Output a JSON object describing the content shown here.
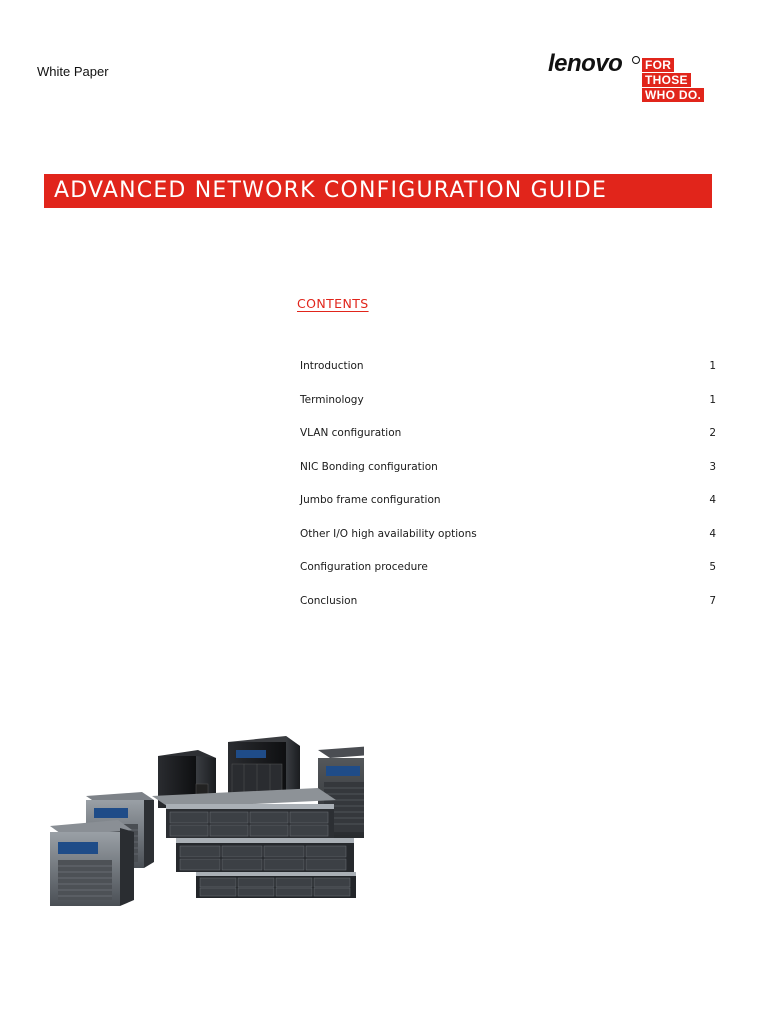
{
  "header": {
    "doc_type": "White Paper",
    "logo": {
      "wordmark": "lenovo",
      "tagline": [
        "FOR",
        "THOSE",
        "WHO DO."
      ],
      "color": "#e1251b"
    }
  },
  "title": "ADVANCED NETWORK CONFIGURATION GUIDE",
  "contents": {
    "heading": "CONTENTS",
    "items": [
      {
        "title": "Introduction",
        "page": "1"
      },
      {
        "title": "Terminology",
        "page": "1"
      },
      {
        "title": "VLAN configuration",
        "page": "2"
      },
      {
        "title": "NIC Bonding configuration",
        "page": "3"
      },
      {
        "title": "Jumbo frame configuration",
        "page": "4"
      },
      {
        "title": "Other I/O high availability options",
        "page": "4"
      },
      {
        "title": "Configuration procedure",
        "page": "5"
      },
      {
        "title": "Conclusion",
        "page": "7"
      }
    ]
  },
  "colors": {
    "accent": "#e1251b",
    "text": "#1a1a1a"
  }
}
